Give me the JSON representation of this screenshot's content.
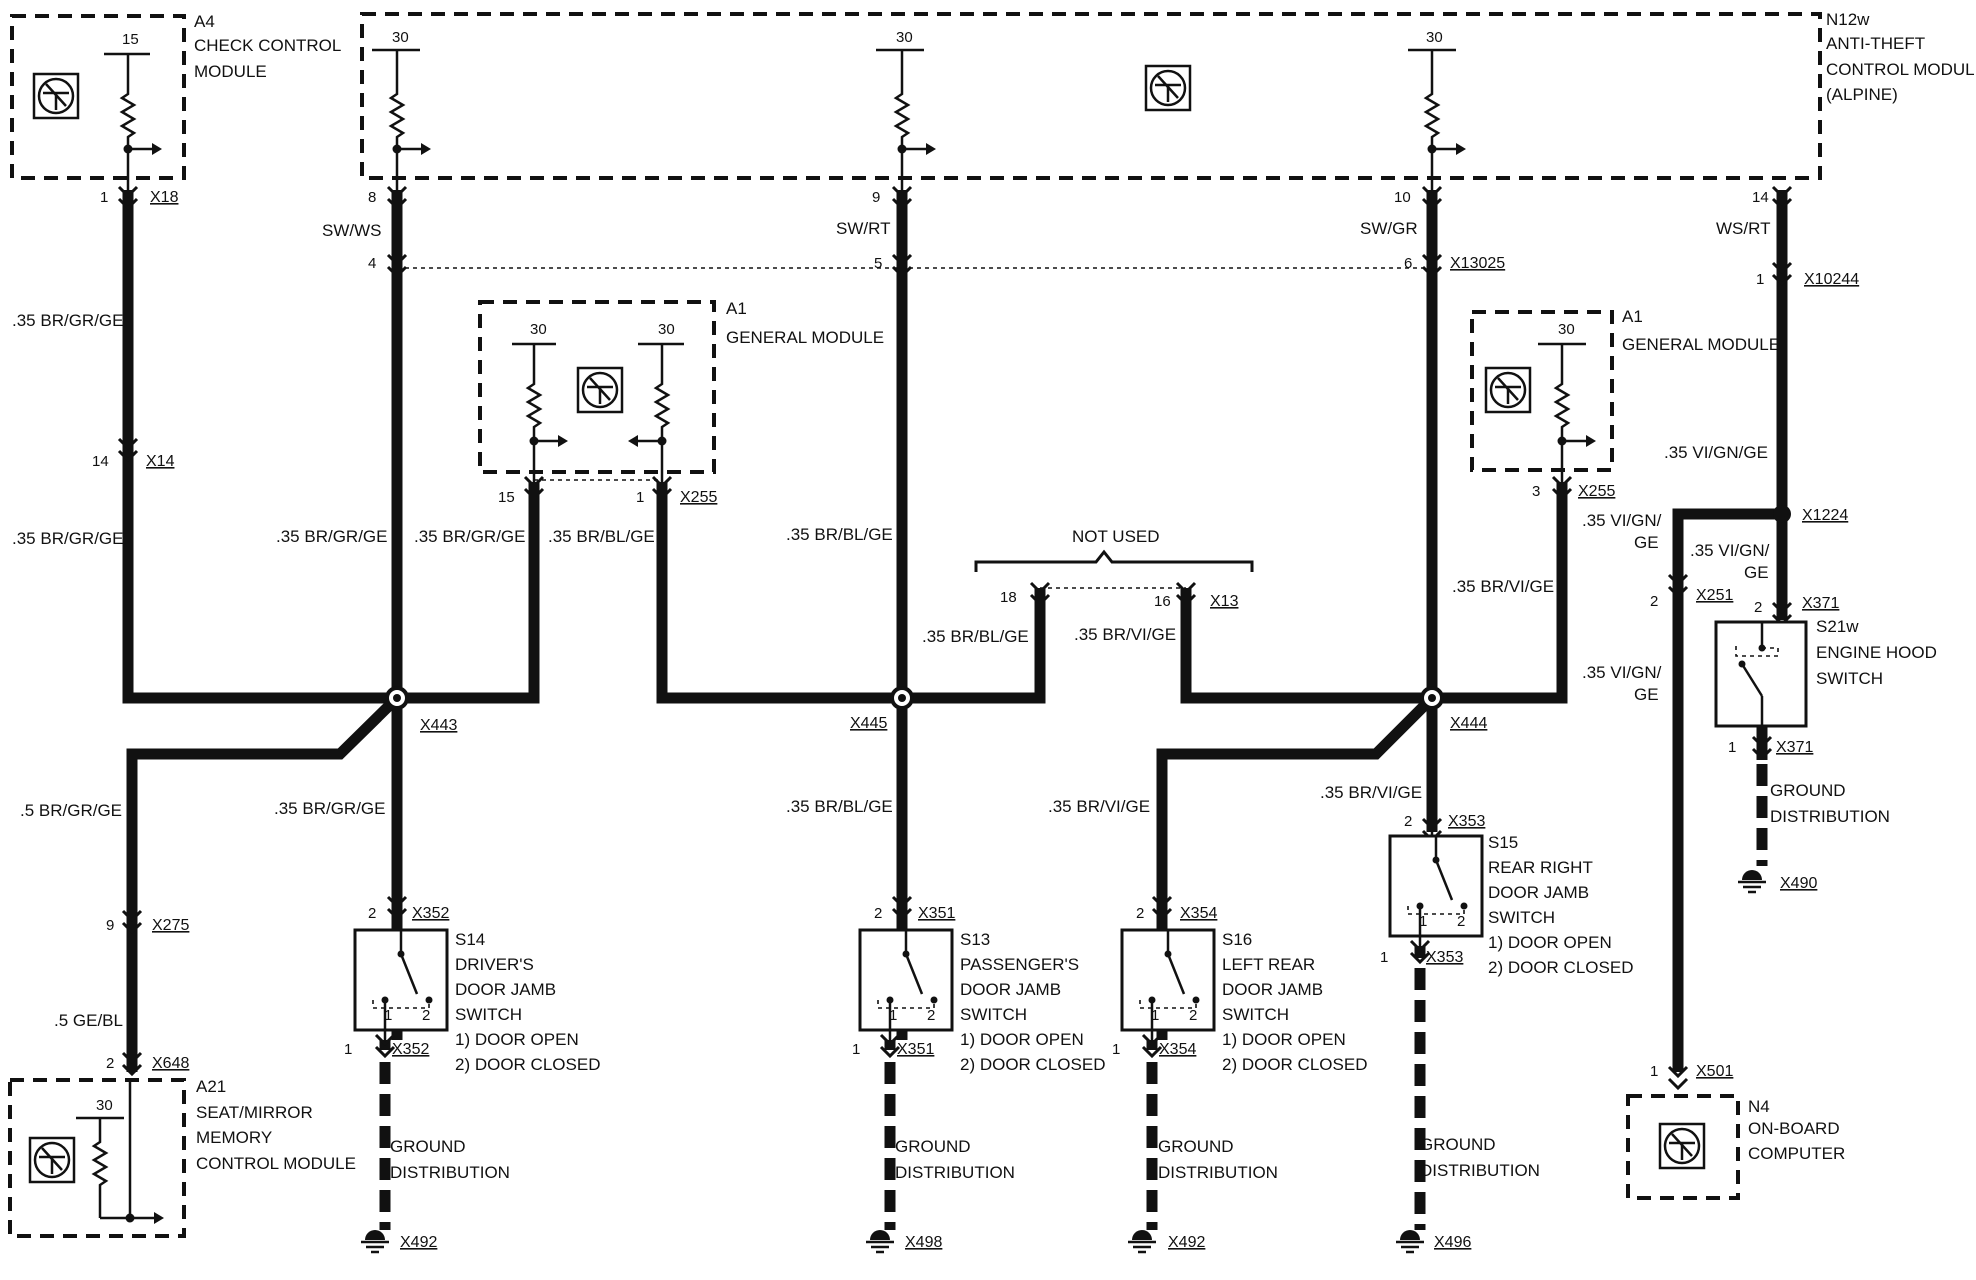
{
  "modules": {
    "a4": {
      "id": "A4",
      "lines": [
        "CHECK CONTROL",
        "MODULE"
      ],
      "pin_top": "15",
      "pin_bottom": "1",
      "connector": "X18"
    },
    "n12w": {
      "id": "N12w",
      "lines": [
        "ANTI-THEFT",
        "CONTROL MODULE",
        "(ALPINE)"
      ],
      "pins_top": [
        "30",
        "30",
        "30"
      ],
      "pins_bottom": [
        "8",
        "9",
        "10",
        "14"
      ]
    },
    "a1_left": {
      "id": "A1",
      "lines": [
        "GENERAL MODULE"
      ],
      "pins_top": [
        "30",
        "30"
      ],
      "pins_bottom": [
        "15",
        "1"
      ],
      "connector": "X255"
    },
    "a1_right": {
      "id": "A1",
      "lines": [
        "GENERAL MODULE"
      ],
      "pin_top": "30",
      "pin_bottom": "3",
      "connector": "X255"
    },
    "a21": {
      "id": "A21",
      "lines": [
        "SEAT/MIRROR",
        "MEMORY",
        "CONTROL MODULE"
      ],
      "pin_top": "30",
      "pin_in": "2",
      "connector": "X648"
    },
    "n4": {
      "id": "N4",
      "lines": [
        "ON-BOARD",
        "COMPUTER"
      ],
      "pin": "1",
      "connector": "X501"
    }
  },
  "switches": {
    "s14": {
      "id": "S14",
      "lines": [
        "DRIVER'S",
        "DOOR JAMB",
        "SWITCH"
      ],
      "legend": [
        "1)  DOOR OPEN",
        "2)  DOOR CLOSED"
      ],
      "pin_top": "2",
      "connector_top": "X352",
      "pin_bottom": "1",
      "connector_bottom": "X352",
      "contacts": [
        "1",
        "2"
      ],
      "ground": "X492"
    },
    "s13": {
      "id": "S13",
      "lines": [
        "PASSENGER'S",
        "DOOR JAMB",
        "SWITCH"
      ],
      "legend": [
        "1)  DOOR OPEN",
        "2)  DOOR CLOSED"
      ],
      "pin_top": "2",
      "connector_top": "X351",
      "pin_bottom": "1",
      "connector_bottom": "X351",
      "contacts": [
        "1",
        "2"
      ],
      "ground": "X498"
    },
    "s16": {
      "id": "S16",
      "lines": [
        "LEFT REAR",
        "DOOR JAMB",
        "SWITCH"
      ],
      "legend": [
        "1)  DOOR OPEN",
        "2)  DOOR CLOSED"
      ],
      "pin_top": "2",
      "connector_top": "X354",
      "pin_bottom": "1",
      "connector_bottom": "X354",
      "contacts": [
        "1",
        "2"
      ],
      "ground": "X492"
    },
    "s15": {
      "id": "S15",
      "lines": [
        "REAR RIGHT",
        "DOOR JAMB",
        "SWITCH"
      ],
      "legend": [
        "1)  DOOR OPEN",
        "2)  DOOR CLOSED"
      ],
      "pin_top": "2",
      "connector_top": "X353",
      "pin_bottom": "1",
      "connector_bottom": "X353",
      "contacts": [
        "1",
        "2"
      ],
      "ground": "X496"
    },
    "s21w": {
      "id": "S21w",
      "lines": [
        "ENGINE HOOD",
        "SWITCH"
      ],
      "pin_top": "2",
      "connector_top": "X371",
      "pin_bottom": "1",
      "connector_bottom": "X371",
      "ground": "X490"
    }
  },
  "ground_label": [
    "GROUND",
    "DISTRIBUTION"
  ],
  "not_used": "NOT USED",
  "connectors": {
    "x14": "X14",
    "x13025": "X13025",
    "x10244": "X10244",
    "x1224": "X1224",
    "x251": "X251",
    "x13": "X13",
    "x443": "X443",
    "x445": "X445",
    "x444": "X444",
    "x275": "X275"
  },
  "pins": {
    "x14": "14",
    "x13025_a": "4",
    "x13025_b": "5",
    "x13025_c": "6",
    "x10244": "1",
    "x251": "2",
    "x13_a": "18",
    "x13_b": "16",
    "x275": "9"
  },
  "wires": {
    "sw_ws": "SW/WS",
    "sw_rt": "SW/RT",
    "sw_gr": "SW/GR",
    "ws_rt": "WS/RT",
    "br_gr_ge": ".35 BR/GR/GE",
    "br_bl_ge": ".35 BR/BL/GE",
    "br_vi_ge": ".35 BR/VI/GE",
    "vi_gn_ge": ".35 VI/GN/GE",
    "vi_gn_a": ".35 VI/GN/",
    "vi_gn_b": "GE",
    "br_gr_ge_5": ".5 BR/GR/GE",
    "ge_bl_5": ".5 GE/BL"
  }
}
